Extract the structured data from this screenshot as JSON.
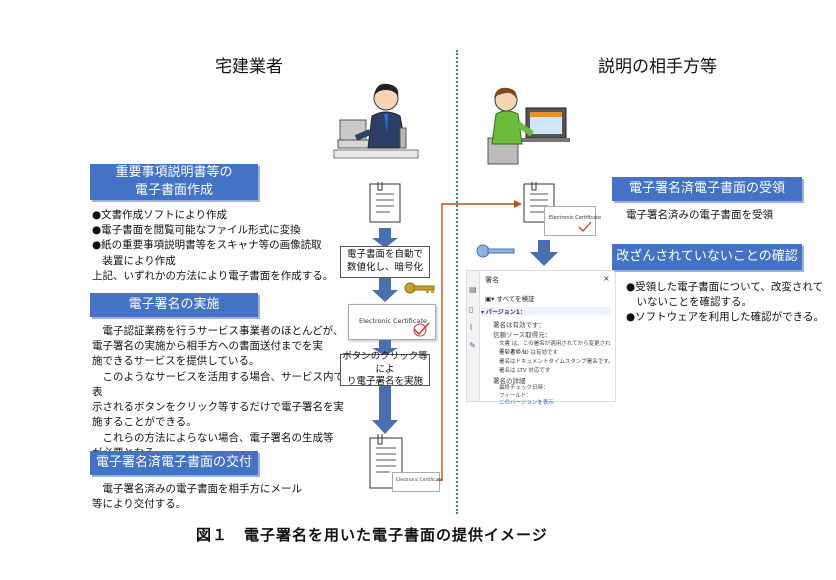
{
  "left_column": {
    "title": "宅建業者",
    "section1": {
      "header_line1": "重要事項説明書等の",
      "header_line2": "電子書面作成",
      "bullets": [
        "●文書作成ソフトにより作成",
        "●電子書面を閲覧可能なファイル形式に変換",
        "●紙の重要事項説明書等をスキャナ等の画像読取",
        "　装置により作成"
      ],
      "note": "上記、いずれかの方法により電子書面を作成する。"
    },
    "section2": {
      "header": "電子署名の実施",
      "lines": [
        "　電子認証業務を行うサービス事業者のほとんどが、",
        "電子署名の実施から相手方への書面送付までを実",
        "施できるサービスを提供している。",
        "　このようなサービスを活用する場合、サービス内で表",
        "示されるボタンをクリック等するだけで電子署名を実",
        "施することができる。",
        "　これらの方法によらない場合、電子署名の生成等",
        "が必要となる。"
      ]
    },
    "section3": {
      "header": "電子署名済電子書面の交付",
      "lines": [
        "　電子署名済みの電子書面を相手方にメール",
        "等により交付する。"
      ]
    }
  },
  "flow": {
    "box1_line1": "電子書面を自動で",
    "box1_line2": "数値化し、暗号化",
    "box2_line1": "ボタンのクリック等によ",
    "box2_line2": "り電子署名を実施",
    "cert_label": "Electronic Certificate",
    "cert_label_small": "Electronic Certificate"
  },
  "right_column": {
    "title": "説明の相手方等",
    "section1": {
      "header": "電子署名済電子書面の受領",
      "text": "電子署名済みの電子書面を受領"
    },
    "section2": {
      "header": "改ざんされていないことの確認",
      "bullets": [
        "●受領した電子書面について、改変されて",
        "　いないことを確認する。",
        "●ソフトウェアを利用した確認ができる。"
      ]
    },
    "pdf_panel": {
      "title": "署名",
      "close": "×",
      "verify_all": "すべてを検証",
      "version_label": "バージョン1：",
      "rows": [
        "署名は有効です：",
        "信頼ソース取得元：",
        "文書 は、この署名が適用されてから変更されていません",
        "署名者の ID は有効です",
        "署名はドキュメントタイムスタンプ署名です。",
        "署名は LTV 対応です",
        "署名の詳細",
        "最終チェック日時：",
        "フィールド：",
        "このバージョンを表示"
      ]
    }
  },
  "caption": "図１　電子署名を用いた電子書面の提供イメージ",
  "colors": {
    "header_blue": "#4472c4",
    "arrow_blue": "#4a6fb0",
    "divider_green": "#23a04a",
    "connector_orange": "#c0501a",
    "key_gold": "#c9a227"
  }
}
